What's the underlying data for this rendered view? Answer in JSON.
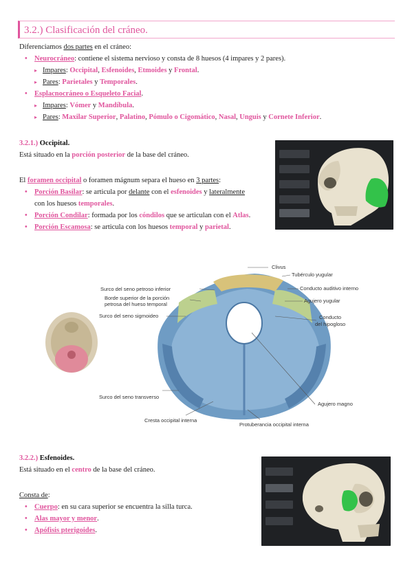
{
  "title": "3.2.) Clasificación del cráneo.",
  "intro": {
    "pre": "Diferenciamos ",
    "u": "dos partes",
    "post": " en el cráneo:"
  },
  "neuro": {
    "term": "Neurocráneo",
    "text": ": contiene el sistema nervioso y consta de 8 huesos (4 impares y 2 pares)."
  },
  "neuro_impares": {
    "label": "Impares",
    "sep": ": ",
    "items": [
      "Occipital",
      "Esfenoides",
      "Etmoides",
      "Frontal"
    ],
    "joiners": [
      ", ",
      ", ",
      " y ",
      "."
    ]
  },
  "neuro_pares": {
    "label": "Pares",
    "sep": ": ",
    "items": [
      "Parietales",
      "Temporales"
    ],
    "joiners": [
      " y ",
      "."
    ]
  },
  "espl": {
    "term": "Esplacnocráneo o Esqueleto Facial",
    "end": "."
  },
  "espl_impares": {
    "label": "Impares",
    "sep": ": ",
    "items": [
      "Vómer",
      "Mandíbula"
    ],
    "joiners": [
      " y ",
      "."
    ]
  },
  "espl_pares": {
    "label": "Pares",
    "sep": ": ",
    "items": [
      "Maxilar Superior",
      "Palatino",
      "Pómulo o Cigomático",
      "Nasal",
      "Unguis",
      "Cornete Inferior"
    ],
    "joiners": [
      ", ",
      ", ",
      ", ",
      ", ",
      " y ",
      "."
    ]
  },
  "occ": {
    "num": "3.2.1.)",
    "name": "Occipital.",
    "s1": {
      "pre": "Está situado en la ",
      "hl": "porción posterior",
      "post": " de la base del cráneo."
    },
    "s2": {
      "pre": "El ",
      "hl": "foramen occipital",
      "mid": " o foramen mágnum separa el hueso en ",
      "u": "3 partes",
      "post": ":"
    },
    "b1": {
      "term": "Porción Basilar",
      "t1": ": se articula por ",
      "u1": "delante",
      "t2": " con el ",
      "hl": "esfenoides",
      "t3": " y ",
      "u2": "lateralmente"
    },
    "b1b": {
      "t1": "con los huesos ",
      "hl": "temporales",
      "t2": "."
    },
    "b2": {
      "term": "Porción Condilar",
      "t1": ": formada por los ",
      "hl1": "cóndilos",
      "t2": " que se articulan con el ",
      "hl2": "Atlas",
      "t3": "."
    },
    "b3": {
      "term": "Porción Escamosa",
      "t1": ": se articula con los huesos ",
      "hl1": "temporal",
      "t2": " y ",
      "hl2": "parietal",
      "t3": "."
    }
  },
  "diagram_labels": {
    "clivus": "Clivus",
    "tuberculo": "Tubérculo yugular",
    "conducto_auditivo": "Conducto auditivo interno",
    "agujero_yugular": "Agujero yugular",
    "conducto_hip1": "Conducto",
    "conducto_hip2": "del hipogloso",
    "surco_petroso": "Surco del seno petroso inferior",
    "borde1": "Borde superior de la porción",
    "borde2": "petrosa del hueso temporal",
    "surco_sigmoideo": "Surco del seno sigmoideo",
    "surco_transverso": "Surco del seno transverso",
    "agujero_magno": "Agujero magno",
    "cresta": "Cresta occipital interna",
    "protuberancia": "Protuberancia occipital interna"
  },
  "esf": {
    "num": "3.2.2.)",
    "name": "Esfenoides.",
    "s1": {
      "pre": "Está situado en el ",
      "hl": "centro",
      "post": " de la base del cráneo."
    },
    "consta": "Consta de",
    "consta_end": ":",
    "b1": {
      "term": "Cuerpo",
      "text": ": en su cara superior se encuentra la silla turca."
    },
    "b2": {
      "term": "Alas mayor y menor",
      "end": "."
    },
    "b3": {
      "term": "Apófisis pterigoides",
      "end": "."
    }
  },
  "colors": {
    "accent": "#e0559d",
    "highlight_bone": "#33c24a",
    "bone_blue": "#6f9cc4"
  }
}
